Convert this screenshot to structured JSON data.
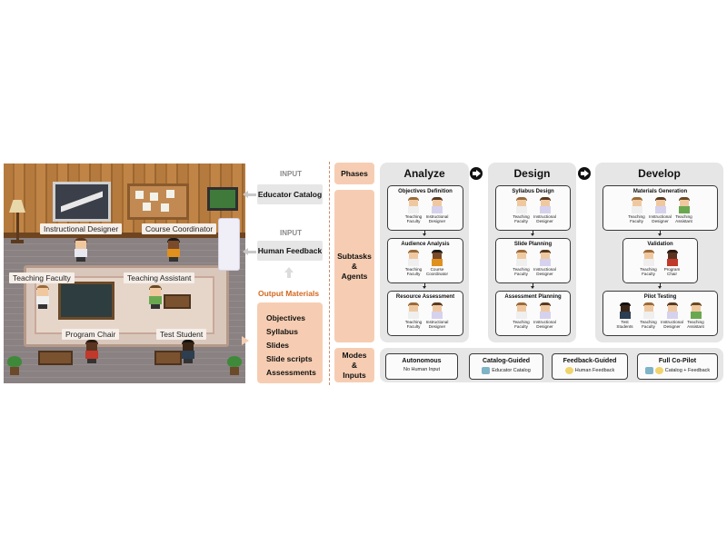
{
  "scene": {
    "labels": {
      "instructional_designer": "Instructional Designer",
      "course_coordinator": "Course Coordinator",
      "teaching_faculty": "Teaching Faculty",
      "teaching_assistant": "Teaching Assistant",
      "program_chair": "Program Chair",
      "test_student": "Test Student"
    }
  },
  "inputs": {
    "input_label_1": "INPUT",
    "educator_catalog": "Educator Catalog",
    "input_label_2": "INPUT",
    "human_feedback": "Human Feedback"
  },
  "outputs": {
    "title": "Output Materials",
    "items": [
      "Objectives",
      "Syllabus",
      "Slides",
      "Slide scripts",
      "Assessments"
    ]
  },
  "side_labels": {
    "phases": "Phases",
    "subtasks_1": "Subtasks",
    "subtasks_2": "&",
    "subtasks_3": "Agents",
    "modes_1": "Modes",
    "modes_2": "&",
    "modes_3": "Inputs"
  },
  "phases": [
    {
      "title": "Analyze",
      "tasks": [
        {
          "title": "Objectives Definition",
          "agents": [
            [
              "Teaching",
              "Faculty"
            ],
            [
              "Instructional",
              "Designer"
            ]
          ]
        },
        {
          "title": "Audience Analysis",
          "agents": [
            [
              "Teaching",
              "Faculty"
            ],
            [
              "Course",
              "Coordinator"
            ]
          ]
        },
        {
          "title": "Resource Assessment",
          "agents": [
            [
              "Teaching",
              "Faculty"
            ],
            [
              "Instructional",
              "Designer"
            ]
          ]
        }
      ]
    },
    {
      "title": "Design",
      "tasks": [
        {
          "title": "Syllabus Design",
          "agents": [
            [
              "Teaching",
              "Faculty"
            ],
            [
              "Instructional",
              "Designer"
            ]
          ]
        },
        {
          "title": "Slide Planning",
          "agents": [
            [
              "Teaching",
              "Faculty"
            ],
            [
              "Instructional",
              "Designer"
            ]
          ]
        },
        {
          "title": "Assessment Planning",
          "agents": [
            [
              "Teaching",
              "Faculty"
            ],
            [
              "Instructional",
              "Designer"
            ]
          ]
        }
      ]
    },
    {
      "title": "Develop",
      "tasks": [
        {
          "title": "Materials Generation",
          "agents": [
            [
              "Teaching",
              "Faculty"
            ],
            [
              "Instructional",
              "Designer"
            ],
            [
              "Teaching",
              "Assistant"
            ]
          ]
        },
        {
          "title": "Validation",
          "agents": [
            [
              "Teaching",
              "Faculty"
            ],
            [
              "Program",
              "Chair"
            ]
          ]
        },
        {
          "title": "Pilot Testing",
          "agents": [
            [
              "Test",
              "Students"
            ],
            [
              "Teaching",
              "Faculty"
            ],
            [
              "Instructional",
              "Designer"
            ],
            [
              "Teaching",
              "Assistant"
            ]
          ]
        }
      ]
    }
  ],
  "modes": [
    {
      "title": "Autonomous",
      "sub": "No Human Input",
      "icons": []
    },
    {
      "title": "Catalog-Guided",
      "sub": "Educator Catalog",
      "icons": [
        "catalog-icon"
      ]
    },
    {
      "title": "Feedback-Guided",
      "sub": "Human Feedback",
      "icons": [
        "feedback-icon"
      ]
    },
    {
      "title": "Full Co-Pilot",
      "sub": "Catalog + Feedback",
      "icons": [
        "catalog-icon",
        "feedback-icon"
      ]
    }
  ],
  "colors": {
    "accent_peach": "#f6cdb2",
    "output_title": "#d2691e",
    "panel_gray": "#e6e6e6"
  }
}
